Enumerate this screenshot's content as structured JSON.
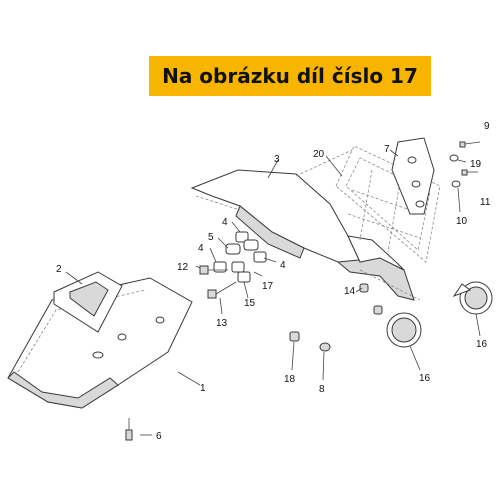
{
  "banner": {
    "text": "Na obrázku díl číslo 17",
    "color": "#f7b500"
  },
  "callouts": [
    "1",
    "2",
    "3",
    "4",
    "5",
    "4",
    "4",
    "6",
    "7",
    "8",
    "9",
    "10",
    "11",
    "12",
    "13",
    "14",
    "15",
    "16",
    "16",
    "17",
    "18",
    "19",
    "20"
  ]
}
